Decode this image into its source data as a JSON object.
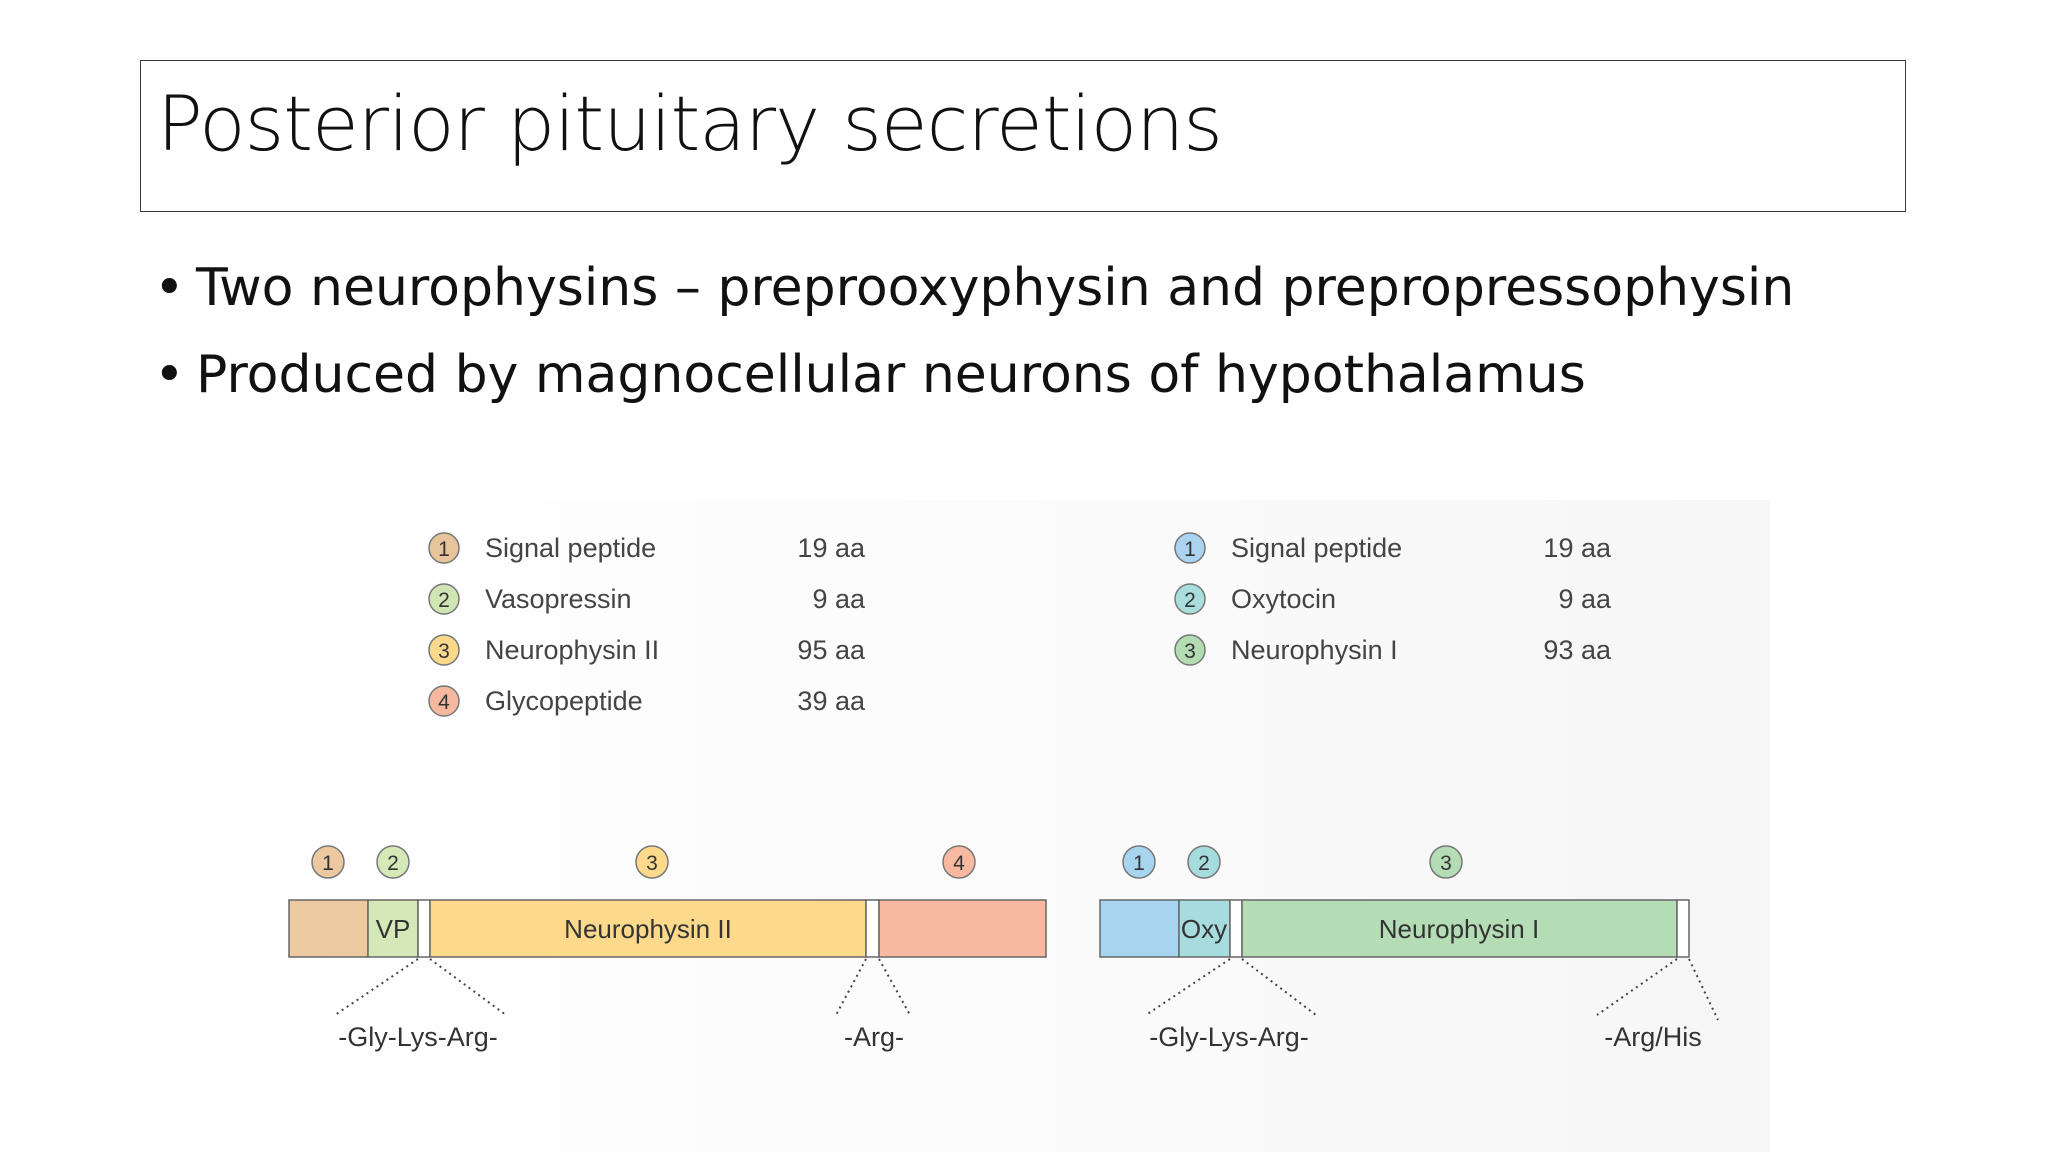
{
  "slide": {
    "title": "Posterior pituitary secretions",
    "bullets": [
      "Two neurophysins – preprooxyphysin and prepropressophysin",
      "Produced by magnocellular neurons of hypothalamus"
    ]
  },
  "figure": {
    "left": {
      "legend": [
        {
          "num": "1",
          "label": "Signal peptide",
          "size": "19 aa",
          "color": "#e8c49a"
        },
        {
          "num": "2",
          "label": "Vasopressin",
          "size": "9 aa",
          "color": "#cfe5b4"
        },
        {
          "num": "3",
          "label": "Neurophysin II",
          "size": "95 aa",
          "color": "#fbd98a"
        },
        {
          "num": "4",
          "label": "Glycopeptide",
          "size": "39 aa",
          "color": "#f6b9a0"
        }
      ],
      "bar": {
        "segments": [
          {
            "num": "1",
            "label": "",
            "color": "#ecc9a0"
          },
          {
            "num": "2",
            "label": "VP",
            "color": "#d4e8b8"
          },
          {
            "num": "",
            "label": "",
            "color": "#ffffff"
          },
          {
            "num": "3",
            "label": "Neurophysin II",
            "color": "#fdd98c"
          },
          {
            "num": "",
            "label": "",
            "color": "#ffffff"
          },
          {
            "num": "4",
            "label": "",
            "color": "#f8b9a0"
          }
        ]
      },
      "cleavage": [
        "-Gly-Lys-Arg-",
        "-Arg-"
      ]
    },
    "right": {
      "legend": [
        {
          "num": "1",
          "label": "Signal peptide",
          "size": "19 aa",
          "color": "#a9d3ef"
        },
        {
          "num": "2",
          "label": "Oxytocin",
          "size": "9 aa",
          "color": "#a9dedd"
        },
        {
          "num": "3",
          "label": "Neurophysin I",
          "size": "93 aa",
          "color": "#b3dcb3"
        }
      ],
      "bar": {
        "segments": [
          {
            "num": "1",
            "label": "",
            "color": "#a7d4ef"
          },
          {
            "num": "2",
            "label": "Oxy",
            "color": "#a6dcdd"
          },
          {
            "num": "",
            "label": "",
            "color": "#ffffff"
          },
          {
            "num": "3",
            "label": "Neurophysin I",
            "color": "#b5ddb5"
          },
          {
            "num": "",
            "label": "",
            "color": "#ffffff"
          }
        ]
      },
      "cleavage": [
        "-Gly-Lys-Arg-",
        "-Arg/His"
      ]
    }
  }
}
